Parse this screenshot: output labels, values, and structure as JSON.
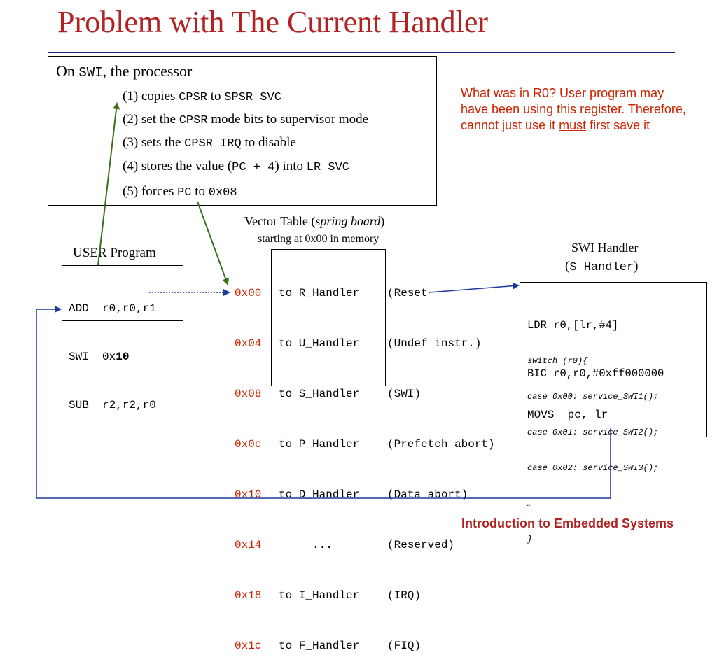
{
  "title": "Problem with The Current Handler",
  "processor": {
    "intro_pre": "On ",
    "intro_code": "SWI",
    "intro_post": ", the processor",
    "steps": [
      {
        "a": "(1) copies ",
        "b": "CPSR",
        "c": " to ",
        "d": "SPSR_SVC",
        "e": ""
      },
      {
        "a": "(2) set the ",
        "b": "CPSR",
        "c": " mode bits to supervisor mode",
        "d": "",
        "e": ""
      },
      {
        "a": "(3) sets the ",
        "b": "CPSR IRQ",
        "c": " to disable",
        "d": "",
        "e": ""
      },
      {
        "a": "(4) stores the value (",
        "b": "PC + 4",
        "c": ") into ",
        "d": "LR_SVC",
        "e": ""
      },
      {
        "a": "(5) forces ",
        "b": "PC",
        "c": " to ",
        "d": "0x08",
        "e": ""
      }
    ]
  },
  "note": {
    "text_pre": "What was in R0? User program may have been using this register. Therefore, cannot just use it ",
    "text_emph": "must",
    "text_post": " first save it"
  },
  "user_program": {
    "label": "USER Program",
    "lines": [
      {
        "op": "ADD",
        "args": "r0,r0,r1",
        "bold": ""
      },
      {
        "op": "SWI",
        "args": "0x",
        "bold": "10"
      },
      {
        "op": "SUB",
        "args": "r2,r2,r0",
        "bold": ""
      }
    ]
  },
  "vector_table": {
    "label_pre": "Vector Table (",
    "label_ital": "spring board",
    "label_post": ")",
    "sublabel": "starting at 0x00 in memory",
    "rows": [
      {
        "addr": "0x00",
        "entry": "to R_Handler",
        "desc": "(Reset"
      },
      {
        "addr": "0x04",
        "entry": "to U_Handler",
        "desc": "(Undef instr.)"
      },
      {
        "addr": "0x08",
        "entry": "to S_Handler",
        "desc": "(SWI)"
      },
      {
        "addr": "0x0c",
        "entry": "to P_Handler",
        "desc": "(Prefetch abort)"
      },
      {
        "addr": "0x10",
        "entry": "to D_Handler",
        "desc": "(Data abort)"
      },
      {
        "addr": "0x14",
        "entry": "...",
        "desc": "(Reserved)"
      },
      {
        "addr": "0x18",
        "entry": "to I_Handler",
        "desc": "(IRQ)"
      },
      {
        "addr": "0x1c",
        "entry": "to F_Handler",
        "desc": "(FIQ)"
      }
    ]
  },
  "swi_handler": {
    "label": "SWI Handler",
    "sublabel_pre": "(",
    "sublabel_code": "S_Handler",
    "sublabel_post": ")",
    "code_lines": [
      "LDR r0,[lr,#4]",
      "BIC r0,r0,#0xff000000"
    ],
    "switch_lines": [
      "switch (r0){",
      "case 0x00: service_SWI1();",
      "case 0x01: service_SWI2();",
      "case 0x02: service_SWI3();",
      "…",
      "}"
    ],
    "final_line": "MOVS  pc, lr"
  },
  "footer": "Introduction to Embedded Systems",
  "colors": {
    "title": "#b22222",
    "note": "#cc2200",
    "address": "#cc2200",
    "arrow_green": "#3a6e1a",
    "arrow_blue": "#1a3a9e"
  }
}
